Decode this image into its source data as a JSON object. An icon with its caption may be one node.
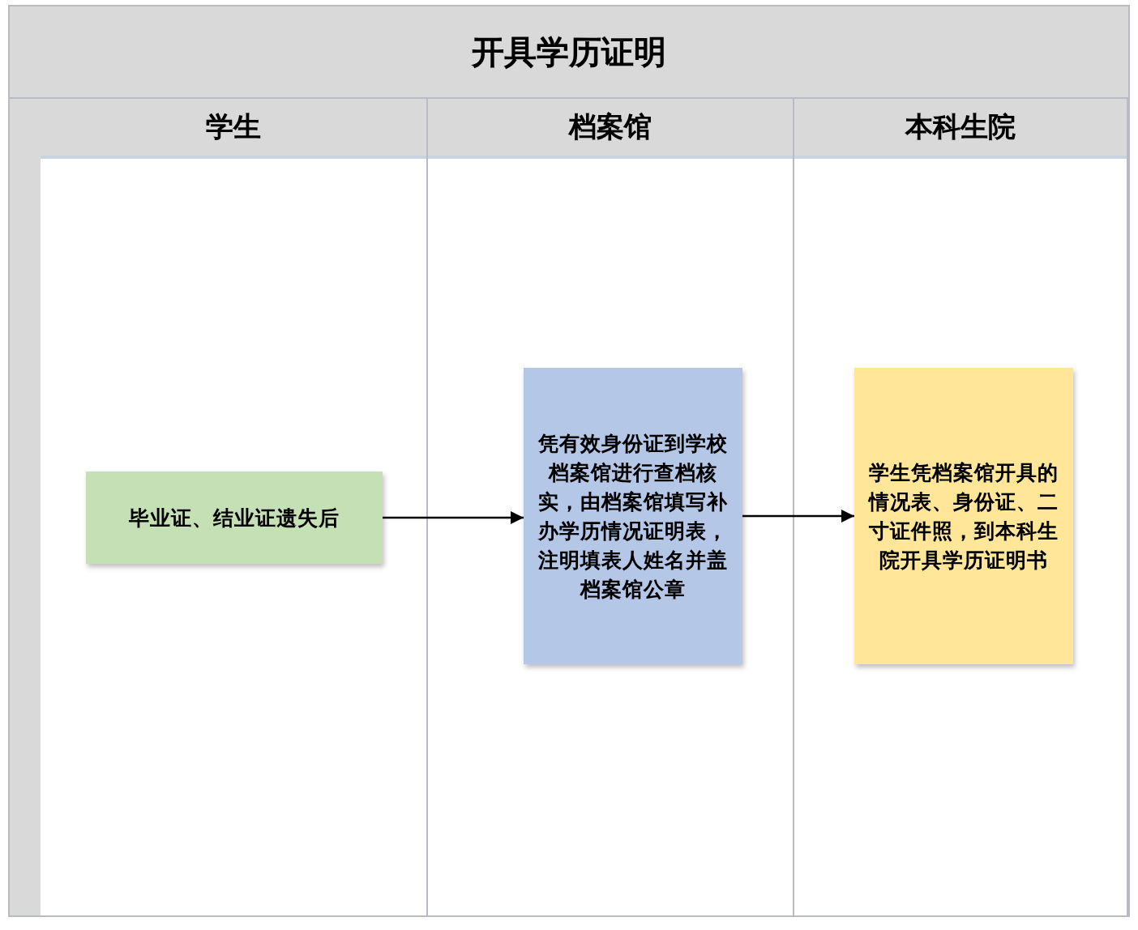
{
  "diagram": {
    "title": "开具学历证明",
    "nodes": [
      {
        "text": [
          "学生"
        ]
      },
      {
        "text": [
          "档案馆"
        ]
      },
      {
        "text": [
          "本科生院"
        ]
      },
      {
        "text": [
          "毕业证、结业证遗失后"
        ],
        "in": 0
      },
      {
        "text": [
          "凭有效身份证到学校档案馆进行查档核实，由档案馆填写补办学历情况证明表，注明填表人姓名并盖档案馆公章"
        ],
        "in": 1
      },
      {
        "text": [
          "学生凭档案馆开具的情况表、身份证、二寸证件照，到本科生院开具学历证明书"
        ],
        "in": 2
      }
    ],
    "edges": [
      {
        "from": 3,
        "to": 4,
        "arrow": "to"
      },
      {
        "from": 4,
        "to": 5,
        "arrow": "to"
      }
    ]
  }
}
